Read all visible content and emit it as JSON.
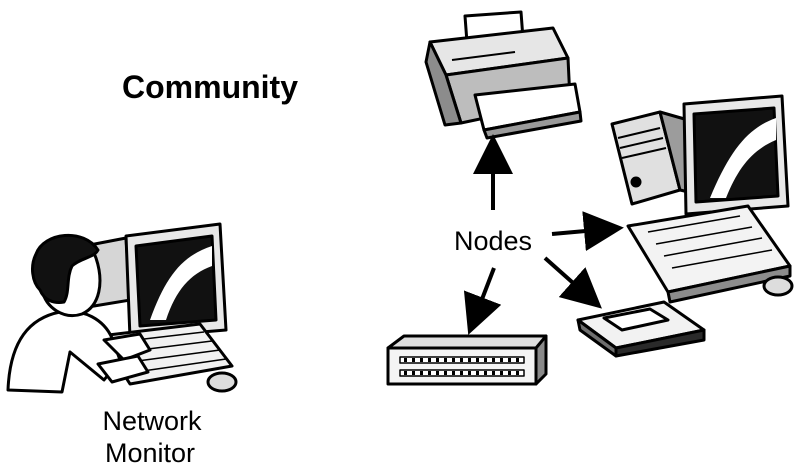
{
  "title": "Community",
  "center_label": "Nodes",
  "monitor_label": [
    "Network",
    "Monitor"
  ],
  "nodes": [
    {
      "icon": "printer-icon"
    },
    {
      "icon": "desktop-computer-icon"
    },
    {
      "icon": "scanner-icon"
    },
    {
      "icon": "network-hub-icon"
    }
  ],
  "colors": {
    "ink": "#000000",
    "screen": "#111111",
    "paper": "#ffffff",
    "shade": "#cfcfcf"
  }
}
